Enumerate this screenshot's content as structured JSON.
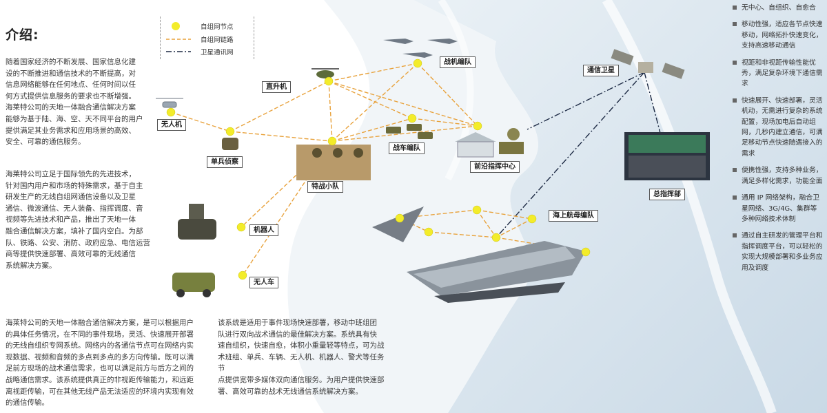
{
  "title": "介绍:",
  "paragraphs": [
    "随着国家经济的不断发展、国家信息化建\n设的不断推进和通信技术的不断提高，对\n信息网络能够在任何地点、任何时间以任\n何方式提供信息服务的要求也不断增强。\n海莱特公司的天地一体融合通信解决方案\n能够为基于陆、海、空、天不同平台的用户\n提供满足其业务需求和应用场景的高效、\n安全、可靠的通信服务。",
    "海莱特公司立足于国际领先的先进技术，\n针对国内用户和市场的特殊需求，基于自主\n研发生产的无线自组网通信设备以及卫星\n通信、微波通信、无人装备、指挥调度、音\n视频等先进技术和产品，推出了天地一体\n融合通信解决方案，填补了国内空白。为部\n队、铁路、公安、消防、政府应急、电信运营\n商等提供快速部署、高效可靠的无线通信\n系统解决方案。",
    "海莱特公司的天地一体融合通信解决方案，是可以根据用户\n的具体任务情况，在不同的事件现场，灵活、快速展开部署\n的无线自组织专网系统。网络内的各通信节点可在网络内实\n现数据、视频和音频的多点到多点的多方向传输。既可以满\n足前方现场的战术通信需求，也可以满足前方与后方之间的\n战略通信需求。该系统提供真正的非视距传输能力，和远距\n离视距传输，可在其他无线产品无法适应的环境内实现有效\n的通信传输。",
    "该系统是适用于事件现场快速部署，移动中班组团\n队进行双向战术通信的最佳解决方案。系统具有快\n速自组织，快速自愈，体积小重量轻等特点，可为战\n术班组、单兵、车辆、无人机、机器人、警犬等任务节\n点提供宽带多媒体双向通信服务。为用户提供快速部\n署、高效可靠的战术无线通信系统解决方案。"
  ],
  "legend": {
    "node": "自组网节点",
    "link": "自组网链路",
    "satellite": "卫星通讯网"
  },
  "labels": {
    "uav": "无人机",
    "helicopter": "直升机",
    "fighters": "战机编队",
    "satellite": "通信卫星",
    "soldier": "单兵侦察",
    "special_forces": "特战小队",
    "tanks": "战车编队",
    "forward_cmd": "前沿指挥中心",
    "hq": "总指挥部",
    "robot": "机器人",
    "ugv": "无人车",
    "carrier": "海上航母编队"
  },
  "features": [
    "无中心、自组织、自愈合",
    "移动性强，适应各节点快速移动，网络拓扑快速变化，支持高速移动通信",
    "视距和非视距传输性能优秀，满足复杂环境下通信需求",
    "快速展开、快速部署，灵活机动，无需进行复杂的系统配置，现场加电后自动组网，几秒内建立通信，可满足移动节点快速随遇接入的需求",
    "便携性强，支持多种业务，满足多样化需求，功能全面",
    "通用 IP 网络架构，融合卫星网络、3G/4G、集群等多种网络技术体制",
    "通过自主研发的管理平台和指挥调度平台，可以轻松的实现大规模部署和多业务应用及调度"
  ],
  "colors": {
    "node": "#f3ec2a",
    "mesh_link": "#e8a23c",
    "sat_link": "#1d2a44"
  }
}
